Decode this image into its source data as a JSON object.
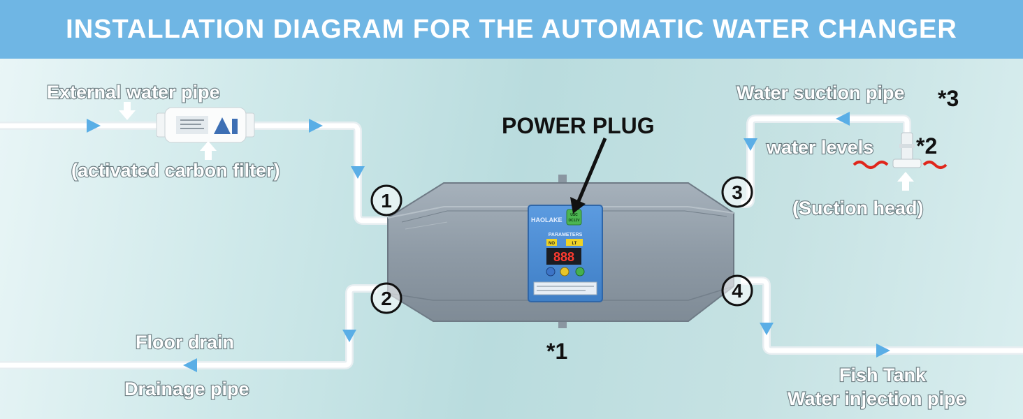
{
  "title": "INSTALLATION DIAGRAM FOR THE AUTOMATIC WATER CHANGER",
  "labels": {
    "external_water_pipe": "External water pipe",
    "activated_carbon_filter": "(activated carbon filter)",
    "power_plug": "POWER PLUG",
    "water_suction_pipe": "Water suction pipe",
    "note_3": "*3",
    "water_levels": "water levels",
    "note_2": "*2",
    "suction_head": "(Suction head)",
    "floor_drain": "Floor drain",
    "drainage_pipe": "Drainage pipe",
    "note_1": "*1",
    "fish_tank": "Fish Tank",
    "water_injection_pipe": "Water injection pipe"
  },
  "ports": [
    "1",
    "2",
    "3",
    "4"
  ],
  "device": {
    "brand": "HAOLAKE",
    "plug_badge_line1": "USC",
    "plug_badge_line2": "DC12V",
    "panel_title": "PARAMETERS",
    "tag_left": "NO",
    "tag_right": "LT",
    "display": "888"
  },
  "colors": {
    "banner": "#6fb6e4",
    "arrow": "#5aaee6",
    "pipe": "#ffffff",
    "device_body": "#8e9aa5",
    "panel": "#4d8fd6"
  }
}
